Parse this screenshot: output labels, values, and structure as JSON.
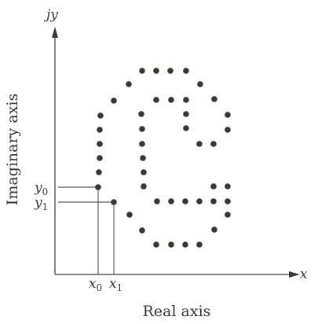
{
  "axes": {
    "horizontal_var": "x",
    "vertical_var": "jy",
    "horizontal_title": "Real axis",
    "vertical_title": "Imaginary axis"
  },
  "markers": {
    "x0": {
      "base": "x",
      "sub": "0"
    },
    "x1": {
      "base": "x",
      "sub": "1"
    },
    "y0": {
      "base": "y",
      "sub": "0"
    },
    "y1": {
      "base": "y",
      "sub": "1"
    }
  },
  "colors": {
    "ink": "#3a3633",
    "dot": "#3b3531"
  }
}
